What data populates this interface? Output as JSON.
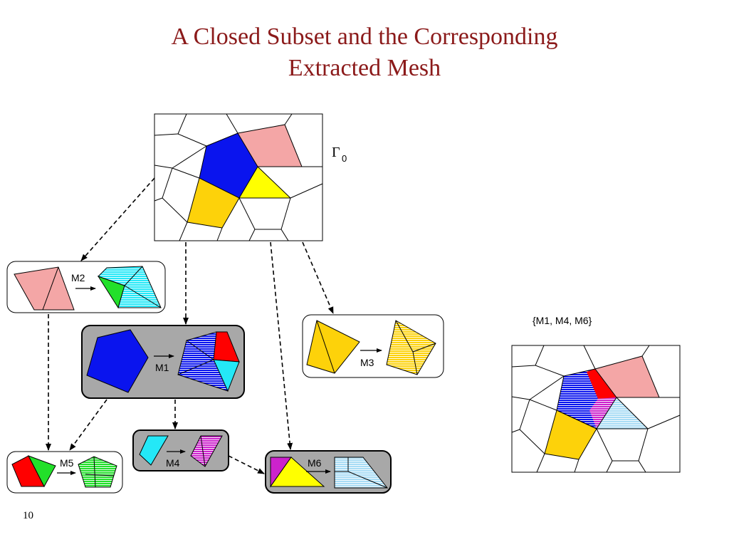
{
  "title": {
    "line1": "A Closed Subset and the Corresponding",
    "line2": "Extracted Mesh"
  },
  "gamma_label": {
    "symbol": "Γ",
    "subscript": "0"
  },
  "mappings": {
    "m1": "M1",
    "m2": "M2",
    "m3": "M3",
    "m4": "M4",
    "m5": "M5",
    "m6": "M6"
  },
  "result_label": "{M1, M4, M6}",
  "page_number": "10",
  "colors": {
    "title": "#8b1a1a",
    "blue": "#0a14ee",
    "pink": "#f4a6a6",
    "yellow": "#ffff00",
    "gold": "#fdd20a",
    "red": "#ff0000",
    "cyan": "#24e8f7",
    "green": "#22e02a",
    "magenta": "#cc22cc",
    "lightblue": "#a8dcf5",
    "gray": "#a8a8a8"
  }
}
